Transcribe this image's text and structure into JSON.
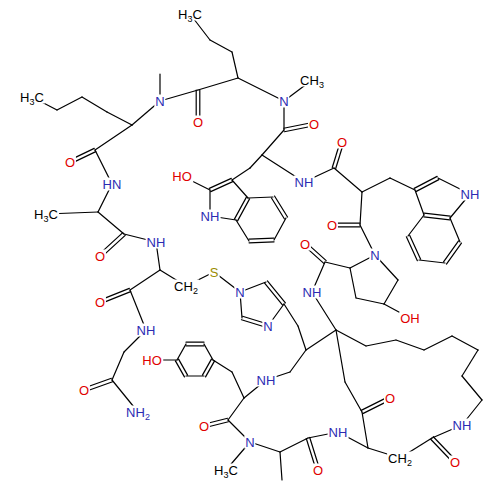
{
  "diagram": {
    "labels": [
      "H3C",
      "H3C",
      "N",
      "N",
      "CH3",
      "O",
      "O",
      "HN",
      "O",
      "HO",
      "NH",
      "NH",
      "O",
      "NH",
      "O",
      "N",
      "OH",
      "O",
      "NH",
      "H3C",
      "O",
      "NH",
      "O",
      "NH",
      "O",
      "NH2",
      "CH2",
      "S",
      "N",
      "N",
      "HO",
      "NH",
      "O",
      "N",
      "H3C",
      "O",
      "NH",
      "CH2",
      "O",
      "NH",
      "O"
    ]
  }
}
